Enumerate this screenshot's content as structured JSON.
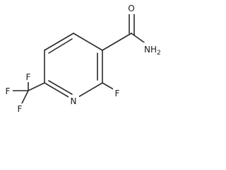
{
  "molecule": {
    "atoms": {
      "carbonyl_oxygen": "O",
      "amide_nitrogen": "NH2",
      "ring_nitrogen": "N",
      "fluoro_substituent": "F",
      "cf3_fluorine_top": "F",
      "cf3_fluorine_left": "F",
      "cf3_fluorine_bottom": "F"
    }
  }
}
